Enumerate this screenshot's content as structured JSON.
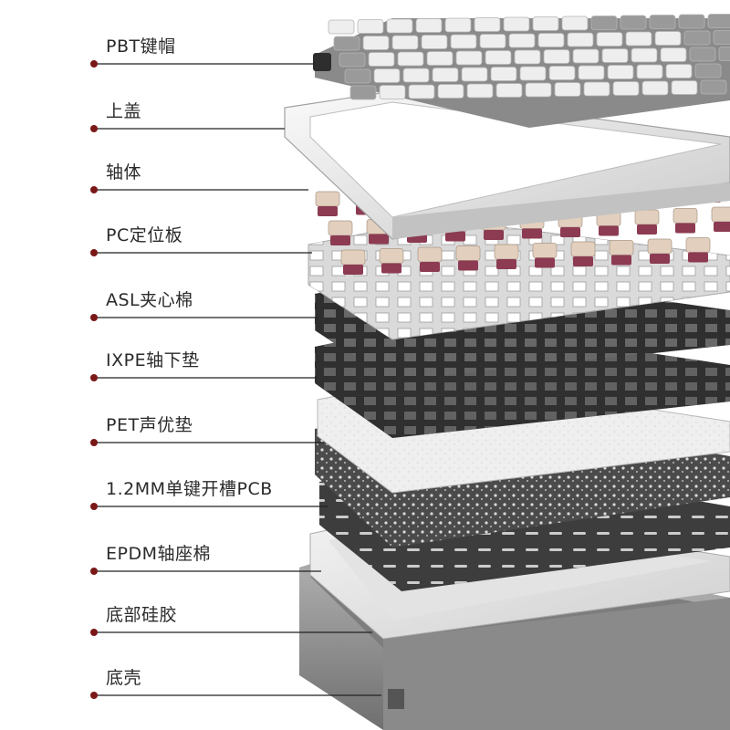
{
  "colors": {
    "leader_line": "#222222",
    "dot": "#7a1818",
    "keycap_white": "#eeeeee",
    "keycap_gray": "#9a9a9a",
    "switch_stem": "#e2cfbd",
    "switch_housing": "#8c3b52",
    "plate": "#d8d8d8",
    "foam_dark": "#3a3a3a",
    "pcb_dark": "#4a4a4a",
    "case": "#8c8c8c"
  },
  "layers": [
    {
      "label": "PBT键帽",
      "icon": "keycaps"
    },
    {
      "label": "上盖",
      "icon": "top-case"
    },
    {
      "label": "轴体",
      "icon": "switches"
    },
    {
      "label": "PC定位板",
      "icon": "pc-plate"
    },
    {
      "label": "ASL夹心棉",
      "icon": "sandwich-foam"
    },
    {
      "label": "IXPE轴下垫",
      "icon": "ixpe-pad"
    },
    {
      "label": "PET声优垫",
      "icon": "pet-pad"
    },
    {
      "label": "1.2MM单键开槽PCB",
      "icon": "pcb"
    },
    {
      "label": "EPDM轴座棉",
      "icon": "epdm-foam"
    },
    {
      "label": "底部硅胶",
      "icon": "bottom-silicone"
    },
    {
      "label": "底壳",
      "icon": "bottom-case"
    }
  ]
}
